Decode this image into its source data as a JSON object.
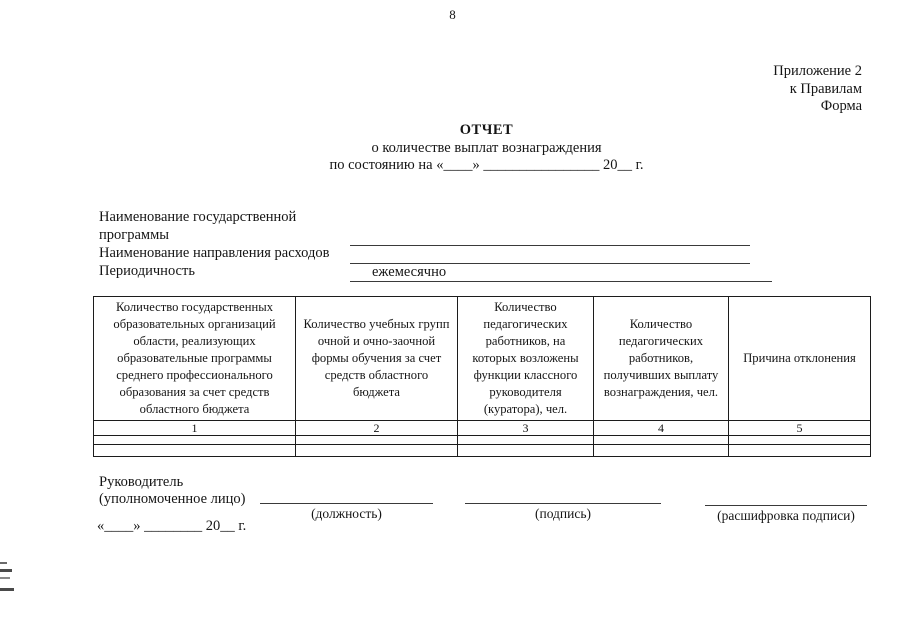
{
  "page": {
    "number": "8"
  },
  "corner": {
    "line1": "Приложение 2",
    "line2": "к Правилам",
    "line3": "Форма"
  },
  "title": {
    "line1": "ОТЧЕТ",
    "line2": "о количестве выплат вознаграждения",
    "line3": "по состоянию на «____» ________________ 20__ г."
  },
  "fields": {
    "program_label_line1": "Наименование государственной",
    "program_label_line2": "программы",
    "direction_label": "Наименование направления расходов",
    "periodicity_label": "Периодичность",
    "periodicity_value": "ежемесячно"
  },
  "table": {
    "headers": [
      "Количество государственных образовательных организаций области, реализующих образовательные программы среднего профессионального образования за счет средств областного бюджета",
      "Количество учебных групп очной и очно-заочной формы обучения за счет средств областного бюджета",
      "Количество педагогических работников, на которых возложены функции классного руководителя (куратора), чел.",
      "Количество педагогических работников, получивших выплату вознаграждения, чел.",
      "Причина отклонения"
    ],
    "column_numbers": [
      "1",
      "2",
      "3",
      "4",
      "5"
    ],
    "empty_row_count": 2
  },
  "footer": {
    "head_label_line1": "Руководитель",
    "head_label_line2": "(уполномоченное лицо)",
    "position_caption": "(должность)",
    "signature_caption": "(подпись)",
    "transcript_caption": "(расшифровка подписи)",
    "date_line": "«____» ________ 20__ г."
  },
  "colors": {
    "ink": "#151515",
    "paper": "#ffffff",
    "rule": "#3a3a3a"
  }
}
